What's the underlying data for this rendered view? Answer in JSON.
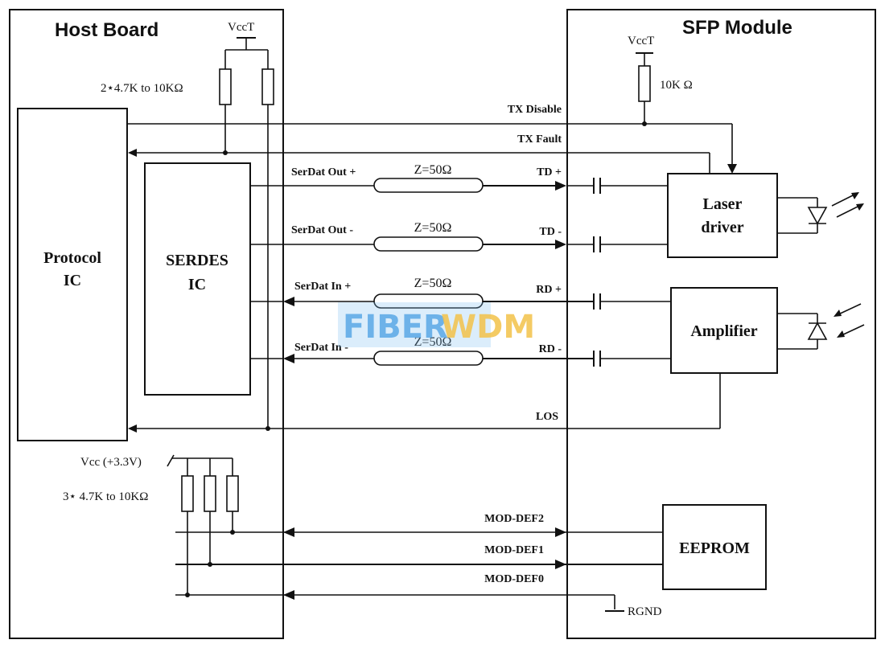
{
  "host_board": {
    "title": "Host Board",
    "vcct_label": "VccT",
    "pullup_label": "2⋆4.7K to 10KΩ",
    "protocol_ic": [
      "Protocol",
      "IC"
    ],
    "serdes_ic": [
      "SERDES",
      "IC"
    ],
    "vcc_label": "Vcc (+3.3V)",
    "pullup3_label": "3⋆ 4.7K to 10KΩ"
  },
  "sfp_module": {
    "title": "SFP Module",
    "vcct_label": "VccT",
    "resistor_label": "10K Ω",
    "laser_driver": [
      "Laser",
      "driver"
    ],
    "amplifier": "Amplifier",
    "eeprom": "EEPROM",
    "rgnd": "RGND"
  },
  "signals": {
    "tx_disable": "TX Disable",
    "tx_fault": "TX Fault",
    "serdat_out_p": "SerDat Out +",
    "serdat_out_n": "SerDat Out -",
    "serdat_in_p": "SerDat In +",
    "serdat_in_n": "SerDat In -",
    "td_p": "TD +",
    "td_n": "TD -",
    "rd_p": "RD +",
    "rd_n": "RD -",
    "los": "LOS",
    "mod_def2": "MOD-DEF2",
    "mod_def1": "MOD-DEF1",
    "mod_def0": "MOD-DEF0"
  },
  "impedance": {
    "z1": "Z=50Ω",
    "z2": "Z=50Ω",
    "z3": "Z=50Ω",
    "z4": "Z=50Ω"
  },
  "watermark": {
    "part1": "FIBER",
    "part2": "WDM"
  }
}
